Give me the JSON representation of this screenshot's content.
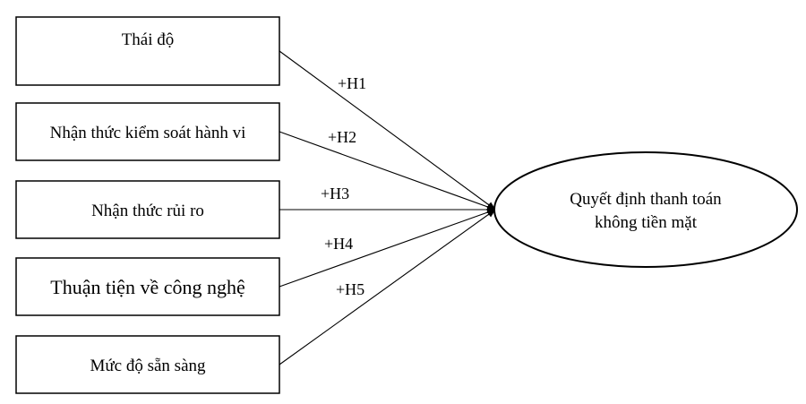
{
  "constructs": [
    {
      "label": "Thái độ"
    },
    {
      "label": "Nhận thức kiểm soát hành vi"
    },
    {
      "label": "Nhận thức rủi ro"
    },
    {
      "label": "Thuận tiện về công nghệ"
    },
    {
      "label": "Mức độ sẵn sàng"
    }
  ],
  "hypotheses": [
    "+H1",
    "+H2",
    "+H3",
    "+H4",
    "+H5"
  ],
  "outcome": {
    "line1": "Quyết định thanh toán",
    "line2": "không tiền mặt"
  }
}
